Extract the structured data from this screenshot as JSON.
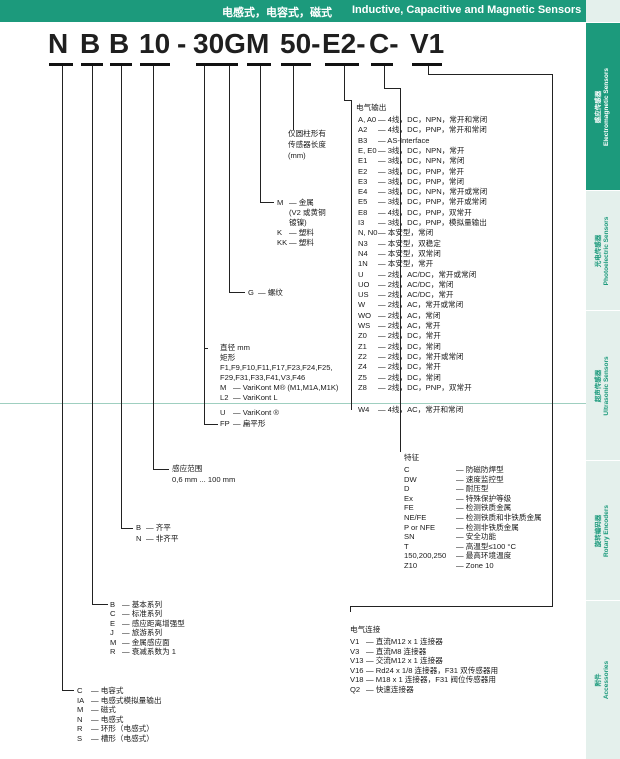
{
  "header": {
    "title_cn": "电感式，电容式，磁式",
    "title_en": "Inductive, Capacitive and Magnetic Sensors"
  },
  "code": [
    "N",
    "B",
    "B",
    "10",
    "-",
    "30G",
    "M",
    "50-",
    "E2-",
    "C-",
    "V1"
  ],
  "tabs": [
    {
      "cn": "感应传感器",
      "en": "Electromagnetic Sensors"
    },
    {
      "cn": "光电传感器",
      "en": "Photoelectric Sensors"
    },
    {
      "cn": "超声传感器",
      "en": "Ultrasonic Sensors"
    },
    {
      "cn": "旋转编码器",
      "en": "Rotary Encoders"
    },
    {
      "cn": "附件",
      "en": "Accessories"
    }
  ],
  "length": {
    "line1": "仅圆柱形有",
    "line2": "传感器长度",
    "line3": "(mm)"
  },
  "output": {
    "title": "电气输出",
    "items": [
      [
        "A, A0",
        "— 4线，DC，NPN，常开和常闭"
      ],
      [
        "A2",
        "— 4线，DC，PNP，常开和常闭"
      ],
      [
        "B3",
        "— AS-Interface"
      ],
      [
        "E, E0",
        "— 3线，DC，NPN，常开"
      ],
      [
        "E1",
        "— 3线，DC，NPN，常闭"
      ],
      [
        "E2",
        "— 3线，DC，PNP，常开"
      ],
      [
        "E3",
        "— 3线，DC，PNP，常闭"
      ],
      [
        "E4",
        "— 3线，DC，NPN，常开或常闭"
      ],
      [
        "E5",
        "— 3线，DC，PNP，常开或常闭"
      ],
      [
        "E8",
        "— 4线，DC，PNP，双常开"
      ],
      [
        "I3",
        "— 3线，DC，PNP，模拟量输出"
      ],
      [
        "N, N0",
        "— 本安型，常闭"
      ],
      [
        "N3",
        "— 本安型，双稳定"
      ],
      [
        "N4",
        "— 本安型，双常闭"
      ],
      [
        "1N",
        "— 本安型，常开"
      ],
      [
        "U",
        "— 2线，AC/DC，常开或常闭"
      ],
      [
        "UO",
        "— 2线，AC/DC，常闭"
      ],
      [
        "US",
        "— 2线，AC/DC，常开"
      ],
      [
        "W",
        "— 2线，AC，常开或常闭"
      ],
      [
        "WO",
        "— 2线，AC，常闭"
      ],
      [
        "WS",
        "— 2线，AC，常开"
      ],
      [
        "Z0",
        "— 2线，DC，常开"
      ],
      [
        "Z1",
        "— 2线，DC，常闭"
      ],
      [
        "Z2",
        "— 2线，DC，常开或常闭"
      ],
      [
        "Z4",
        "— 2线，DC，常开"
      ],
      [
        "Z5",
        "— 2线，DC，常闭"
      ],
      [
        "Z8",
        "— 2线，DC，PNP，双常开"
      ]
    ],
    "last": [
      "W4",
      "— 4线，AC，常开和常闭"
    ]
  },
  "material": [
    [
      "M",
      "— 金属"
    ],
    [
      "",
      "(V2 或黄铜"
    ],
    [
      "",
      "镀镍)"
    ],
    [
      "K",
      "— 塑料"
    ],
    [
      "KK",
      "— 塑料"
    ]
  ],
  "thread": [
    "G",
    "— 螺纹"
  ],
  "size": {
    "lines": [
      "直径 mm",
      "矩形",
      "F1,F9,F10,F11,F17,F23,F24,F25,",
      "F29,F31,F33,F41,V3,F46"
    ],
    "m": [
      "M",
      "— VariKont M® (M1,M1A,M1K)"
    ],
    "l2": [
      "L2",
      "— VariKont L"
    ],
    "u": [
      "U",
      "— VariKont ®"
    ],
    "fp": [
      "FP",
      "— 扁平形"
    ]
  },
  "range": {
    "line1": "感应范围",
    "line2": "0,6 mm ... 100 mm"
  },
  "features": {
    "title": "特征",
    "items": [
      [
        "C",
        "— 防磁防焊型"
      ],
      [
        "DW",
        "— 速度监控型"
      ],
      [
        "D",
        "— 耐压型"
      ],
      [
        "Ex",
        "— 特殊保护等级"
      ],
      [
        "FE",
        "— 检测铁质金属"
      ],
      [
        "NE/FE",
        "— 检测铁质和非铁质金属"
      ],
      [
        "P or NFE",
        "— 检测非铁质金属"
      ],
      [
        "SN",
        "— 安全功能"
      ],
      [
        "T",
        "— 高温型≤100 °C"
      ],
      [
        "150,200,250",
        "— 最高环境温度"
      ],
      [
        "Z10",
        "— Zone 10"
      ]
    ]
  },
  "mount": [
    [
      "B",
      "— 齐平"
    ],
    [
      "N",
      "— 非齐平"
    ]
  ],
  "series": [
    [
      "B",
      "— 基本系列"
    ],
    [
      "C",
      "— 标准系列"
    ],
    [
      "E",
      "— 感应距离增强型"
    ],
    [
      "J",
      "— 旅游系列"
    ],
    [
      "M",
      "— 金属感应面"
    ],
    [
      "R",
      "— 衰减系数为 1"
    ]
  ],
  "connection": {
    "title": "电气连接",
    "items": [
      [
        "V1",
        "— 直流M12 x 1 连接器"
      ],
      [
        "V3",
        "— 直流M8 连接器"
      ],
      [
        "V13",
        "— 交流M12 x 1 连接器"
      ],
      [
        "V16",
        "— Rd24 x 1/8 连接器，F31 双传感器用"
      ],
      [
        "V18",
        "— M18 x 1 连接器，F31 阀位传感器用"
      ],
      [
        "Q2",
        "— 快速连接器"
      ]
    ]
  },
  "principle": [
    [
      "C",
      "— 电容式"
    ],
    [
      "IA",
      "— 电感式模拟量输出"
    ],
    [
      "M",
      "— 磁式"
    ],
    [
      "N",
      "— 电感式"
    ],
    [
      "R",
      "— 环形（电感式）"
    ],
    [
      "S",
      "— 槽形（电感式）"
    ]
  ]
}
